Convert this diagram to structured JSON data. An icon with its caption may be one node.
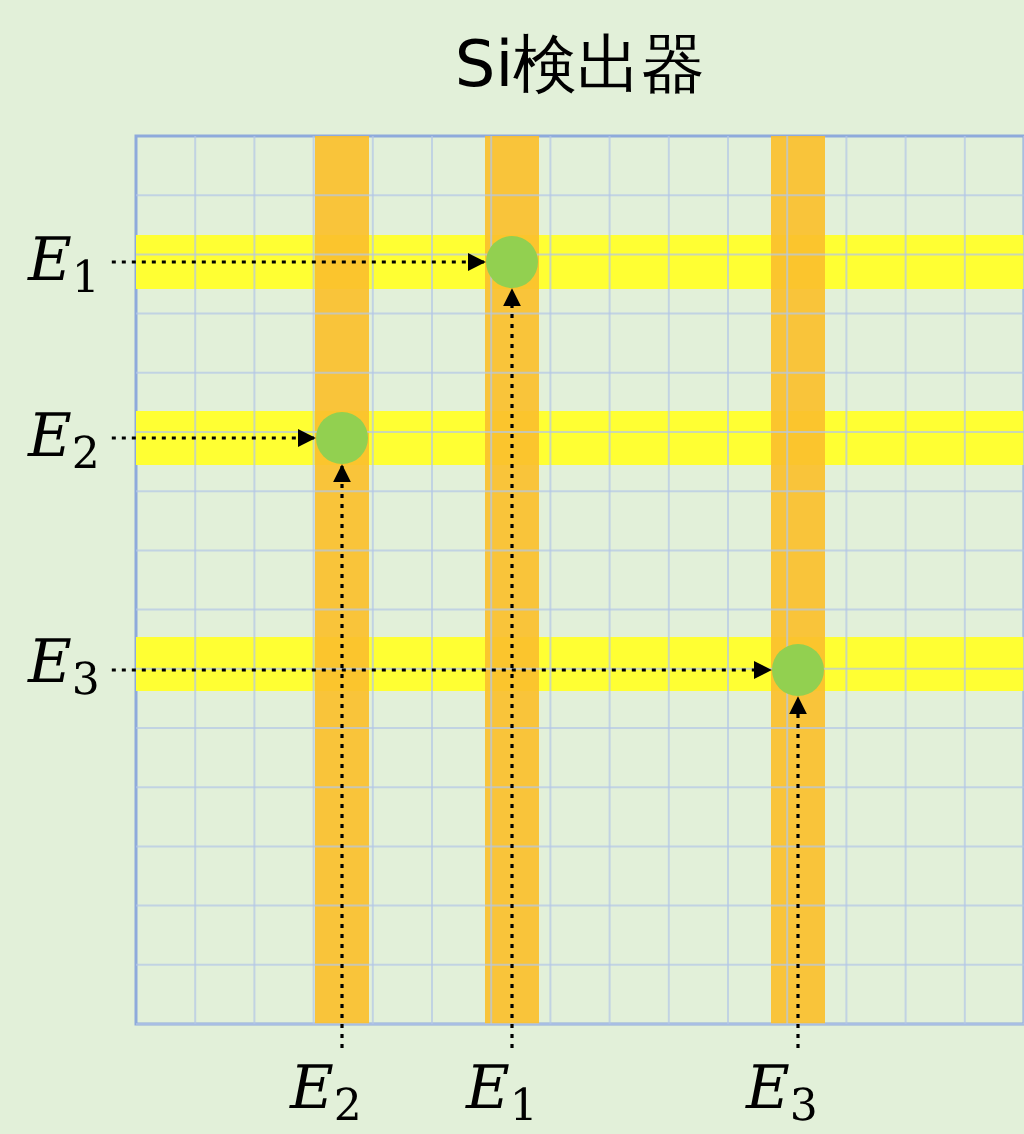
{
  "diagram": {
    "title": "Si検出器",
    "nodes": [
      {
        "text": [
          "*E*$_{1}$"
        ]
      },
      {
        "text": [
          "*E*$_{2}$"
        ]
      },
      {
        "text": [
          "*E*$_{3}$"
        ]
      },
      {
        "text": [
          "*E*$_{2}$"
        ]
      },
      {
        "text": [
          "*E*$_{1}$"
        ]
      },
      {
        "text": [
          "*E*$_{3}$"
        ]
      },
      {
        "text": [],
        "shape": "circle"
      },
      {
        "text": [],
        "shape": "circle"
      },
      {
        "text": [],
        "shape": "circle"
      }
    ],
    "edges": [
      {
        "from": 0,
        "to": 6,
        "arrow": "to",
        "style": "dashed"
      },
      {
        "from": 1,
        "to": 7,
        "arrow": "to",
        "style": "dashed"
      },
      {
        "from": 2,
        "to": 8,
        "arrow": "to",
        "style": "dashed"
      },
      {
        "from": 3,
        "to": 7,
        "arrow": "to",
        "style": "dashed"
      },
      {
        "from": 4,
        "to": 6,
        "arrow": "to",
        "style": "dashed"
      },
      {
        "from": 5,
        "to": 8,
        "arrow": "to",
        "style": "dashed"
      }
    ]
  }
}
